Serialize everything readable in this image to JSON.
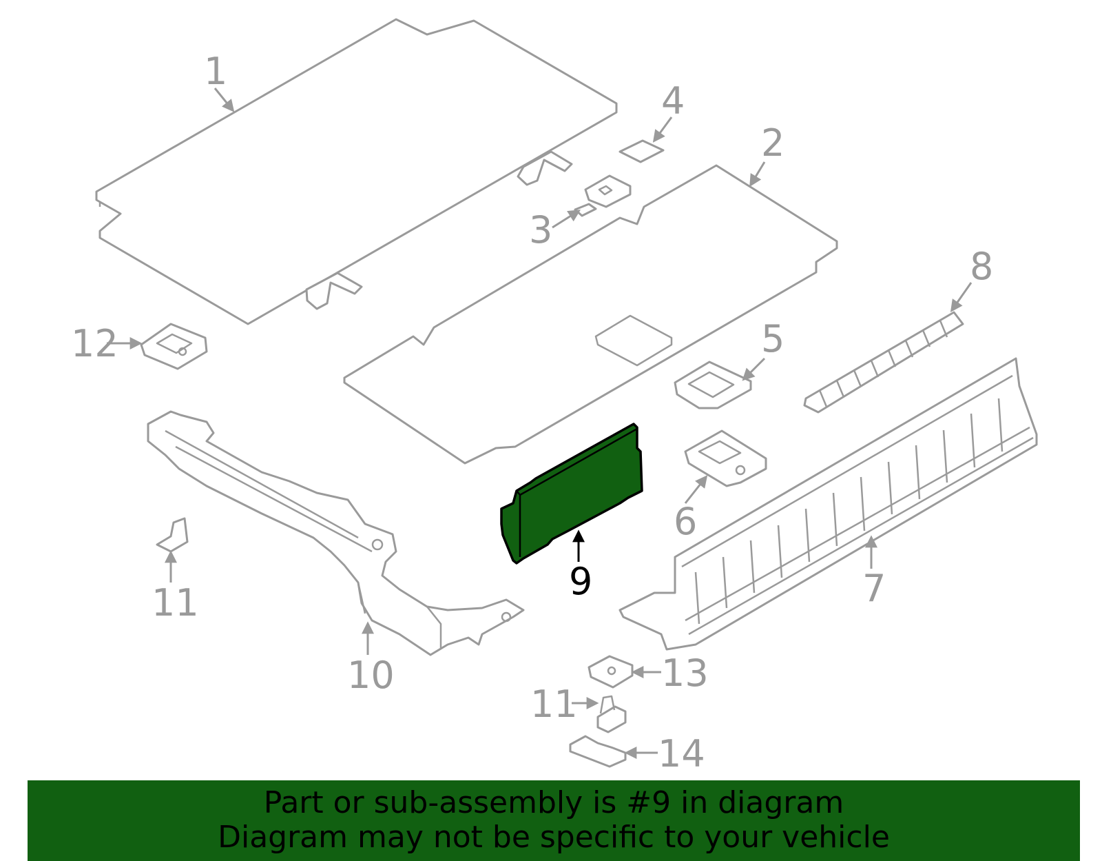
{
  "diagram": {
    "highlighted_part": "9",
    "callouts": [
      "1",
      "2",
      "3",
      "4",
      "5",
      "6",
      "7",
      "8",
      "9",
      "10",
      "11",
      "11",
      "12",
      "13",
      "14"
    ],
    "colors": {
      "part_stroke": "#9a9a9a",
      "highlight_fill": "#116011",
      "banner_bg": "#116011"
    }
  },
  "banner": {
    "line1": "Part or sub-assembly is #9 in diagram",
    "line2": "Diagram may not be specific to your vehicle"
  }
}
